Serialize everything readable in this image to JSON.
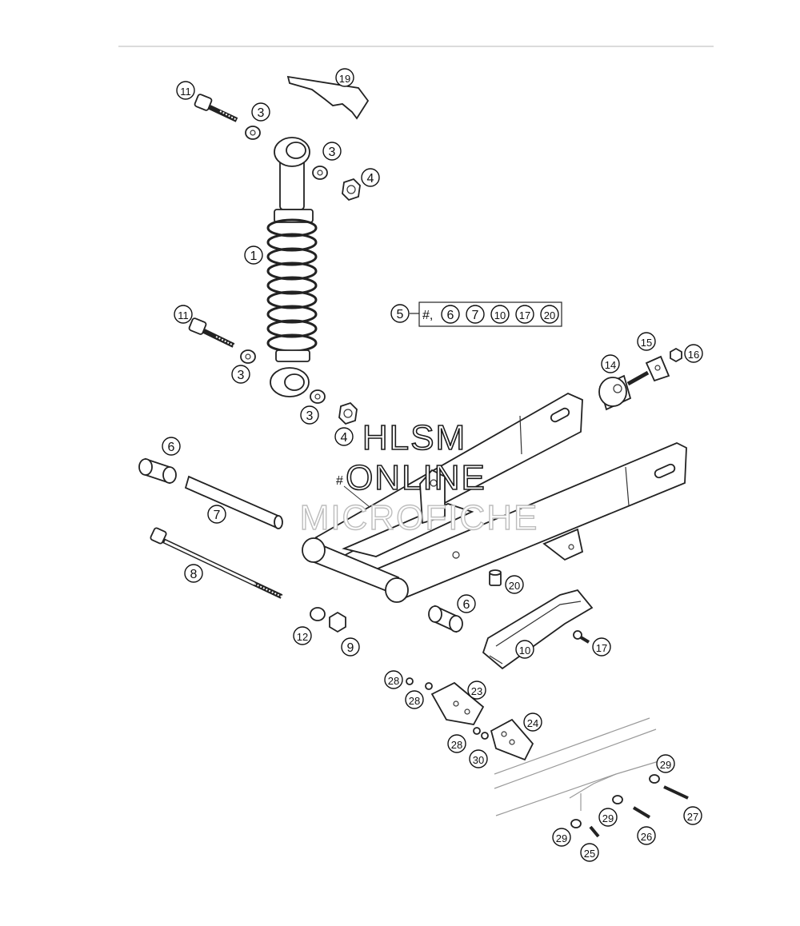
{
  "watermark": {
    "line1": "HLSM",
    "line2": "ONLINE",
    "line3": "MICROFICHE",
    "colors": {
      "dark": "#1a1a1a",
      "faint": "#bdbdbd"
    }
  },
  "kit": {
    "number": "5",
    "prefix": "#,",
    "contents": [
      "6",
      "7",
      "10",
      "17",
      "20"
    ]
  },
  "hash_label": "#",
  "callouts": {
    "c11a": "11",
    "c3a": "3",
    "c19": "19",
    "c3b": "3",
    "c4a": "4",
    "c1": "1",
    "c11b": "11",
    "c3c": "3",
    "c3d": "3",
    "c4b": "4",
    "c14": "14",
    "c15": "15",
    "c16": "16",
    "c6a": "6",
    "c7": "7",
    "c8": "8",
    "c12": "12",
    "c9": "9",
    "c20": "20",
    "c6b": "6",
    "c10": "10",
    "c17": "17",
    "c28a": "28",
    "c28b": "28",
    "c23": "23",
    "c24": "24",
    "c28c": "28",
    "c30": "30",
    "c29a": "29",
    "c27": "27",
    "c29b": "29",
    "c26": "26",
    "c29c": "29",
    "c25": "25"
  }
}
